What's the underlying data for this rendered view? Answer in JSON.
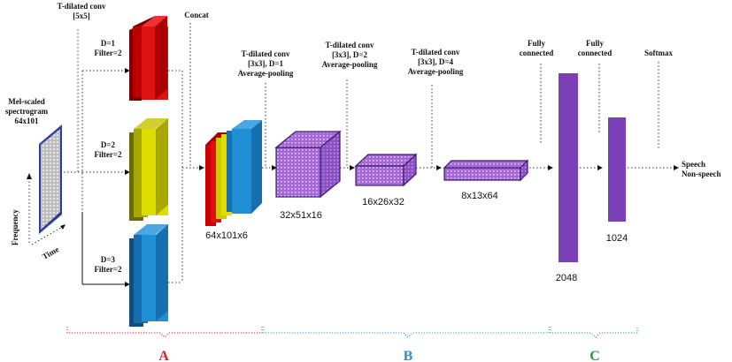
{
  "colors": {
    "branch_d1": "#dd1111",
    "branch_d2": "#dddd00",
    "branch_d3": "#1f8fd6",
    "purple": "#9a63cf",
    "purple_dark": "#7b3fb8",
    "section_a": "#dd2222",
    "section_b": "#2a8fd6",
    "section_c": "#1a9f3a"
  },
  "labels": {
    "top_conv": "T-dilated conv\n[5x5]",
    "concat": "Concat",
    "branch1": "D=1\nFilter=2",
    "branch2": "D=2\nFilter=2",
    "branch3": "D=3\nFilter=2",
    "input": "Mel-scaled\nspectrogram\n64x101",
    "freq": "Frequency",
    "time": "Time",
    "conv1": "T-dilated conv\n[3x3], D=1\nAverage-pooling",
    "conv2": "T-dilated conv\n[3x3], D=2\nAverage-pooling",
    "conv3": "T-dilated conv\n[3x3], D=4\nAverage-pooling",
    "fc1": "Fully\nconnected",
    "fc2": "Fully\nconnected",
    "softmax": "Softmax",
    "output": "Speech\nNon-speech"
  },
  "dims": {
    "concat": "64x101x6",
    "b1": "32x51x16",
    "b2": "16x26x32",
    "b3": "8x13x64",
    "fc1": "2048",
    "fc2": "1024"
  },
  "sections": {
    "a": "A",
    "b": "B",
    "c": "C"
  }
}
